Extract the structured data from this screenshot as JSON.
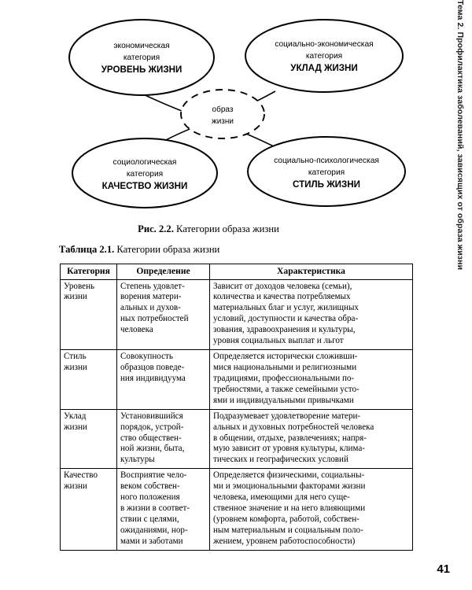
{
  "running_head": "Тема 2. Профилактика заболеваний, зависящих от образа жизни",
  "page_number": "41",
  "figure": {
    "caption_label": "Рис. 2.2.",
    "caption_text": " Категории образа жизни",
    "center": {
      "line1": "образ",
      "line2": "жизни"
    },
    "nodes": [
      {
        "id": "uroven-zhizni",
        "line1": "экономическая",
        "line2": "категория",
        "line3": "УРОВЕНЬ ЖИЗНИ"
      },
      {
        "id": "uklad-zhizni",
        "line1": "социально-экономическая",
        "line2": "категория",
        "line3": "УКЛАД ЖИЗНИ"
      },
      {
        "id": "kachestvo-zhizni",
        "line1": "социологическая",
        "line2": "категория",
        "line3": "КАЧЕСТВО ЖИЗНИ"
      },
      {
        "id": "stil-zhizni",
        "line1": "социально-психологическая",
        "line2": "категория",
        "line3": "СТИЛЬ ЖИЗНИ"
      }
    ]
  },
  "table": {
    "caption_label": "Таблица 2.1.",
    "caption_text": " Категории образа жизни",
    "headers": [
      "Категория",
      "Определение",
      "Характеристика"
    ],
    "rows": [
      {
        "category": [
          "Уровень",
          "жизни"
        ],
        "definition": [
          "Степень удовлет-",
          "ворения матери-",
          "альных и духов-",
          "ных потребностей",
          "человека"
        ],
        "characteristic": [
          "Зависит от доходов человека (семьи),",
          "количества и качества потребляемых",
          "материальных благ и услуг, жилищных",
          "условий, доступности и качества обра-",
          "зования, здравоохранения и культуры,",
          "уровня социальных выплат и льгот"
        ]
      },
      {
        "category": [
          "Стиль",
          "жизни"
        ],
        "definition": [
          "Совокупность",
          "образцов поведе-",
          "ния индивидуума"
        ],
        "characteristic": [
          "Определяется исторически сложивши-",
          "мися национальными и религиозными",
          "традициями, профессиональными по-",
          "требностями, а также семейными усто-",
          "ями и индивидуальными привычками"
        ]
      },
      {
        "category": [
          "Уклад",
          "жизни"
        ],
        "definition": [
          "Установившийся",
          "порядок, устрой-",
          "ство обществен-",
          "ной жизни, быта,",
          "культуры"
        ],
        "characteristic": [
          "Подразумевает удовлетворение матери-",
          "альных и духовных потребностей человека",
          "в общении, отдыхе, развлечениях; напря-",
          "мую зависит от уровня культуры, клима-",
          "тических и географических условий"
        ]
      },
      {
        "category": [
          "Качество",
          "жизни"
        ],
        "definition": [
          "Восприятие чело-",
          "веком собствен-",
          "ного положения",
          "в жизни в соответ-",
          "ствии с целями,",
          "ожиданиями, нор-",
          "мами и заботами"
        ],
        "characteristic": [
          "Определяется физическими, социальны-",
          "ми и эмоциональными факторами жизни",
          "человека, имеющими для него суще-",
          "ственное значение и на него влияющими",
          "(уровнем комфорта, работой, собствен-",
          "ным материальным и социальным поло-",
          "жением, уровнем работоспособности)"
        ]
      }
    ]
  }
}
